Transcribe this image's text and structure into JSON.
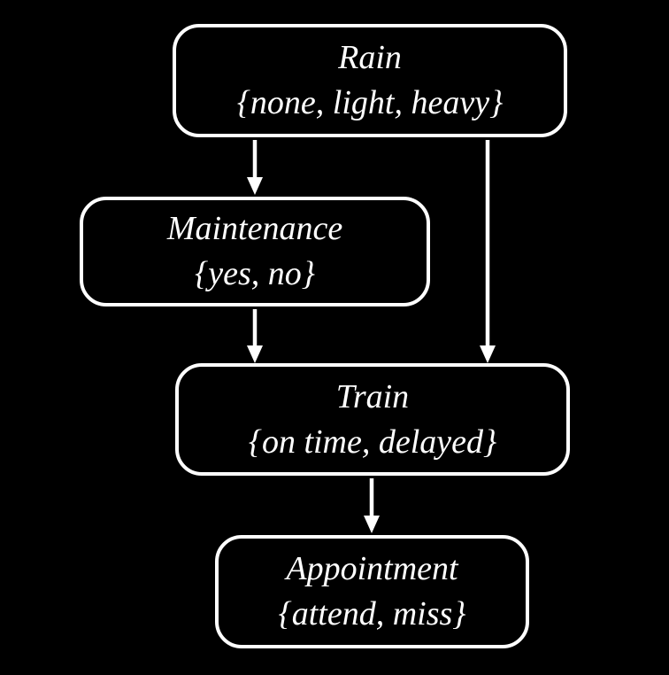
{
  "diagram": {
    "type": "bayesian-network",
    "background_color": "#000000",
    "node_border_color": "#ffffff",
    "text_color": "#ffffff",
    "arrow_color": "#ffffff",
    "nodes": [
      {
        "id": "rain",
        "name": "Rain",
        "values": "{none, light, heavy}"
      },
      {
        "id": "maintenance",
        "name": "Maintenance",
        "values": "{yes, no}"
      },
      {
        "id": "train",
        "name": "Train",
        "values": "{on time, delayed}"
      },
      {
        "id": "appointment",
        "name": "Appointment",
        "values": "{attend, miss}"
      }
    ],
    "edges": [
      {
        "from": "Rain",
        "to": "Maintenance"
      },
      {
        "from": "Rain",
        "to": "Train"
      },
      {
        "from": "Maintenance",
        "to": "Train"
      },
      {
        "from": "Train",
        "to": "Appointment"
      }
    ]
  }
}
